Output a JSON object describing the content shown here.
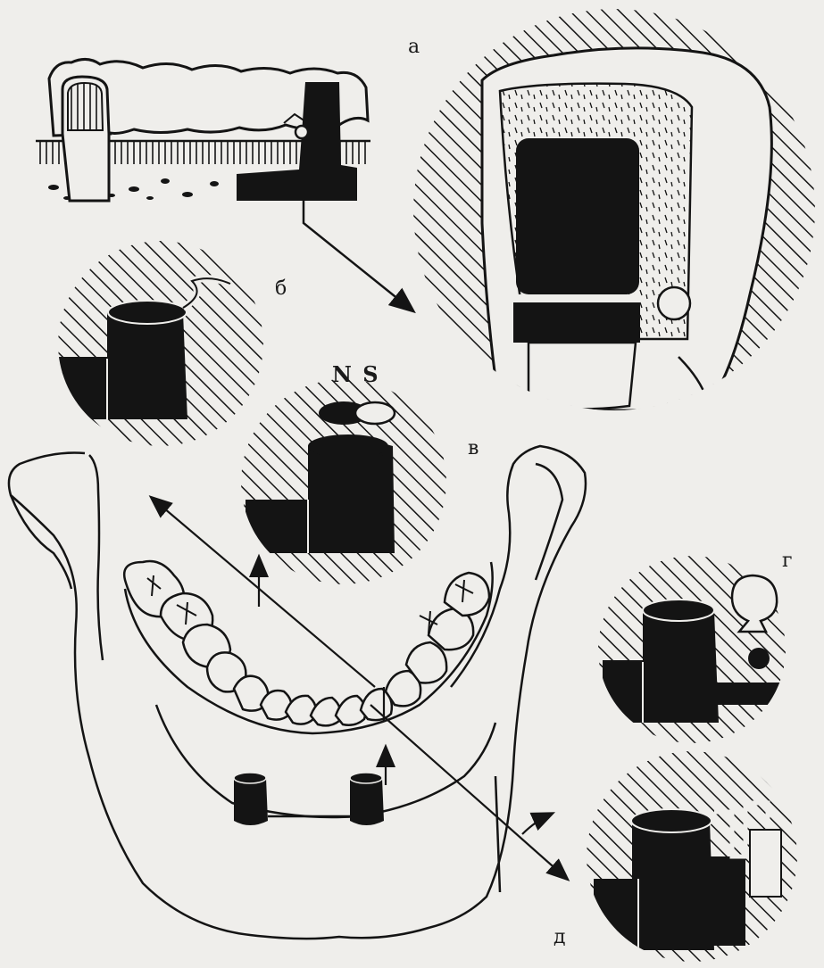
{
  "colors": {
    "ink": "#141414",
    "paper": "#efeeeb",
    "shade": "#d9d7d2"
  },
  "labels": {
    "a": "а",
    "b": "б",
    "v": "в",
    "g": "г",
    "d": "д",
    "ns": "N S"
  }
}
